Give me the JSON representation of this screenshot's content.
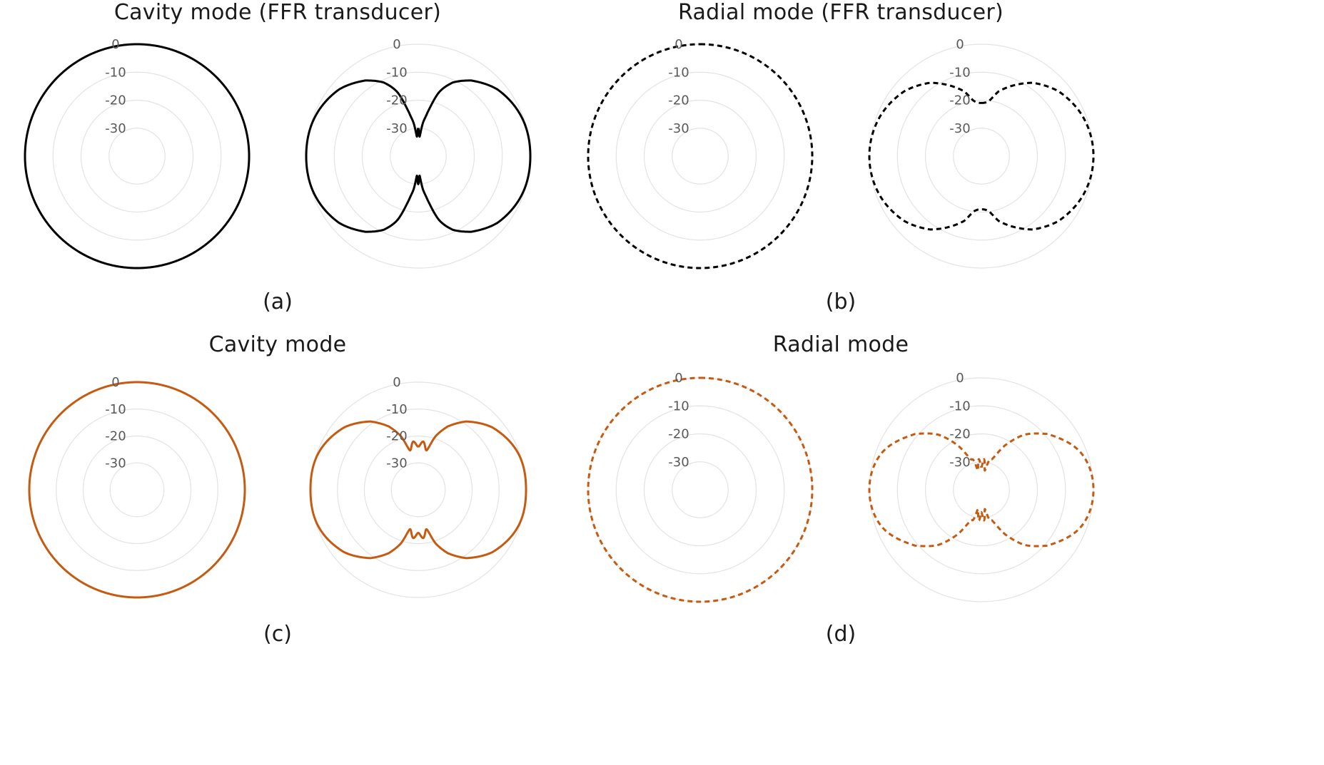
{
  "figure": {
    "panels": [
      {
        "label": "(a)",
        "title": "Cavity mode (FFR transducer)"
      },
      {
        "label": "(b)",
        "title": "Radial mode (FFR transducer)"
      },
      {
        "label": "(c)",
        "title": "Cavity mode"
      },
      {
        "label": "(d)",
        "title": "Radial mode"
      }
    ]
  },
  "colors": {
    "black": "#000000",
    "orange": "#c55a11",
    "grid": "#e3e3e3",
    "tick": "#595959"
  },
  "chart_data": [
    {
      "type": "polar-line",
      "panel": "(a)",
      "plot": "omnidirectional",
      "color": "#000000",
      "dash": false,
      "rlim": [
        -40,
        0
      ],
      "r_ticks": [
        "0",
        "-10",
        "-20",
        "-30"
      ],
      "angles_deg": [
        0,
        90,
        180,
        270
      ],
      "values_db": [
        0,
        0,
        0,
        0
      ]
    },
    {
      "type": "polar-line",
      "panel": "(a)",
      "plot": "directional",
      "color": "#000000",
      "dash": false,
      "rlim": [
        -40,
        0
      ],
      "r_ticks": [
        "0",
        "-10",
        "-20",
        "-30"
      ],
      "angles_deg": [
        0,
        4,
        8,
        12,
        18,
        25,
        35,
        50,
        70,
        90,
        110,
        130,
        145,
        155,
        162,
        168,
        172,
        176,
        180
      ],
      "values_db": [
        -30,
        -33,
        -28,
        -24,
        -16,
        -11,
        -7,
        -3,
        -0.5,
        0,
        -0.5,
        -3,
        -7,
        -11,
        -16,
        -24,
        -28,
        -33,
        -30
      ]
    },
    {
      "type": "polar-line",
      "panel": "(b)",
      "plot": "omnidirectional",
      "color": "#000000",
      "dash": true,
      "rlim": [
        -40,
        0
      ],
      "r_ticks": [
        "0",
        "-10",
        "-20",
        "-30"
      ],
      "angles_deg": [
        0,
        90,
        180,
        270
      ],
      "values_db": [
        0,
        0,
        0,
        0
      ]
    },
    {
      "type": "polar-line",
      "panel": "(b)",
      "plot": "directional",
      "color": "#000000",
      "dash": true,
      "rlim": [
        -40,
        0
      ],
      "r_ticks": [
        "0",
        "-10",
        "-20",
        "-30"
      ],
      "angles_deg": [
        0,
        8,
        15,
        25,
        35,
        50,
        70,
        90,
        110,
        130,
        145,
        155,
        165,
        172,
        180
      ],
      "values_db": [
        -21,
        -20,
        -16,
        -12,
        -8,
        -4,
        -1,
        0,
        -1,
        -4,
        -8,
        -12,
        -16,
        -20,
        -21
      ]
    },
    {
      "type": "polar-line",
      "panel": "(c)",
      "plot": "omnidirectional",
      "color": "#c55a11",
      "dash": false,
      "rlim": [
        -40,
        0
      ],
      "r_ticks": [
        "0",
        "-10",
        "-20",
        "-30"
      ],
      "angles_deg": [
        0,
        90,
        180,
        270
      ],
      "values_db": [
        0,
        0,
        0,
        0
      ]
    },
    {
      "type": "polar-line",
      "panel": "(c)",
      "plot": "directional",
      "color": "#c55a11",
      "dash": false,
      "rlim": [
        -40,
        0
      ],
      "r_ticks": [
        "0",
        "-10",
        "-20",
        "-30"
      ],
      "angles_deg": [
        0,
        6,
        12,
        18,
        25,
        35,
        50,
        70,
        90,
        110,
        130,
        145,
        155,
        162,
        168,
        174,
        180
      ],
      "values_db": [
        -24,
        -22,
        -25,
        -19,
        -14,
        -9,
        -4,
        -0.5,
        0,
        -0.5,
        -4,
        -9,
        -14,
        -19,
        -25,
        -22,
        -24
      ]
    },
    {
      "type": "polar-line",
      "panel": "(d)",
      "plot": "omnidirectional",
      "color": "#c55a11",
      "dash": true,
      "rlim": [
        -40,
        0
      ],
      "r_ticks": [
        "0",
        "-10",
        "-20",
        "-30"
      ],
      "angles_deg": [
        0,
        90,
        180,
        270
      ],
      "values_db": [
        0,
        0,
        0,
        0
      ]
    },
    {
      "type": "polar-line",
      "panel": "(d)",
      "plot": "directional",
      "color": "#c55a11",
      "dash": true,
      "rlim": [
        -40,
        0
      ],
      "r_ticks": [
        "0",
        "-10",
        "-20",
        "-30"
      ],
      "angles_deg": [
        0,
        5,
        10,
        15,
        20,
        28,
        38,
        50,
        70,
        90,
        110,
        130,
        142,
        152,
        160,
        165,
        170,
        175,
        180
      ],
      "values_db": [
        -32,
        -29,
        -33,
        -29,
        -28,
        -22,
        -15,
        -9,
        -2,
        0,
        -2,
        -9,
        -15,
        -22,
        -28,
        -29,
        -33,
        -29,
        -32
      ]
    }
  ]
}
